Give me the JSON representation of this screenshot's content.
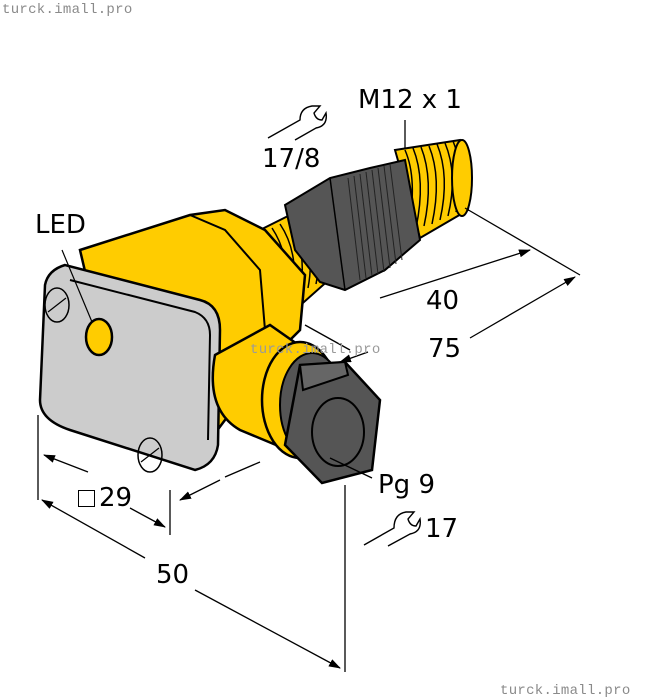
{
  "watermarks": {
    "top": "turck.imall.pro",
    "middle": "turck.imall.pro",
    "bottom": "turck.imall.pro"
  },
  "labels": {
    "thread": "M12 x 1",
    "wrench_top": "17/8",
    "led": "LED",
    "dim_40": "40",
    "dim_75": "75",
    "square_29": "29",
    "dim_50": "50",
    "gland": "Pg 9",
    "wrench_gland": "17"
  },
  "colors": {
    "body_yellow": "#FFCC00",
    "face_gray": "#CCCCCC",
    "nut_dark": "#555555",
    "outline": "#000000"
  },
  "icons": {
    "wrench_top": "wrench-icon",
    "wrench_gland": "wrench-icon",
    "square": "square-symbol-icon"
  }
}
